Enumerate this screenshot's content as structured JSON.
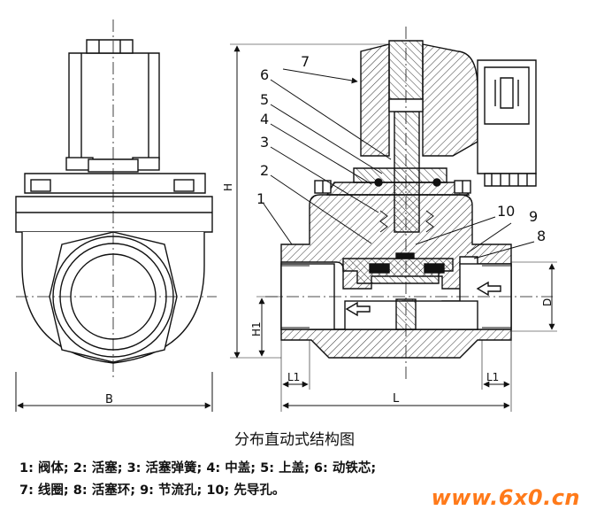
{
  "labels": {
    "part_1": "1",
    "part_2": "2",
    "part_3": "3",
    "part_4": "4",
    "part_5": "5",
    "part_6": "6",
    "part_7": "7",
    "part_8": "8",
    "part_9": "9",
    "part_10": "10"
  },
  "dimensions": {
    "B": "B",
    "H": "H",
    "H1": "H1",
    "L": "L",
    "L1_left": "L1",
    "L1_right": "L1",
    "D": "D"
  },
  "caption": "分布直动式结构图",
  "legend": {
    "line1": "1: 阀体; 2: 活塞; 3: 活塞弹簧; 4: 中盖; 5: 上盖; 6: 动铁芯;",
    "line2": "7: 线圈; 8: 活塞环; 9: 节流孔; 10; 先导孔。"
  },
  "watermark": "www.6x0.cn",
  "colors": {
    "line": "#111111",
    "hatch": "#333333",
    "watermark": "#ff7a1a",
    "background": "#ffffff"
  }
}
